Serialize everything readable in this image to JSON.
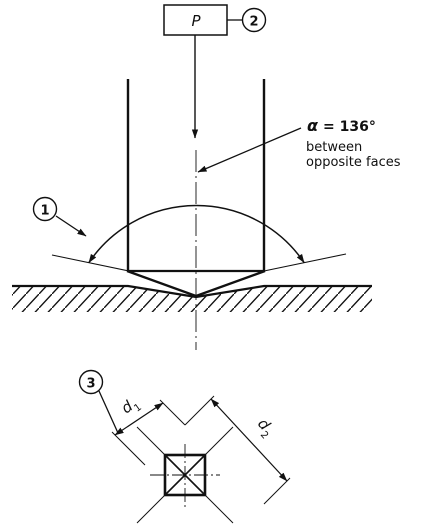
{
  "load": {
    "symbol": "P"
  },
  "callouts": {
    "one": "1",
    "two": "2",
    "three": "3"
  },
  "angle": {
    "symbol": "α",
    "value": "= 136°",
    "note_line1": "between",
    "note_line2": "opposite faces"
  },
  "dimensions": {
    "d1_base": "d",
    "d1_sub": "1",
    "d2_base": "d",
    "d2_sub": "2"
  },
  "colors": {
    "ink": "#111111",
    "background": "#ffffff"
  }
}
